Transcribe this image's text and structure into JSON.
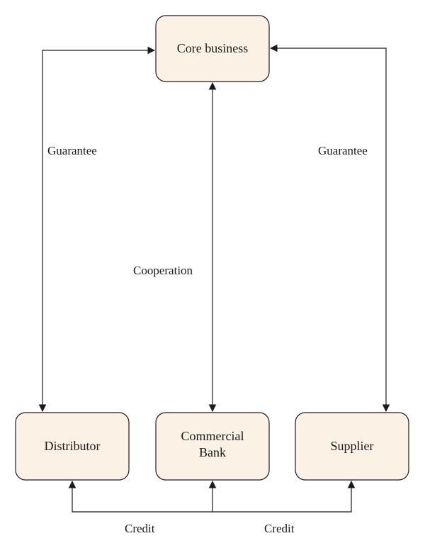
{
  "nodes": {
    "core_business": "Core business",
    "distributor": "Distributor",
    "commercial_bank": [
      "Commercial",
      "Bank"
    ],
    "supplier": "Supplier"
  },
  "edges": {
    "left_guarantee": "Guarantee",
    "right_guarantee": "Guarantee",
    "cooperation": "Cooperation",
    "credit_left": "Credit",
    "credit_right": "Credit"
  },
  "colors": {
    "node_fill": "#fbf1e5",
    "stroke": "#1a1a1a"
  }
}
